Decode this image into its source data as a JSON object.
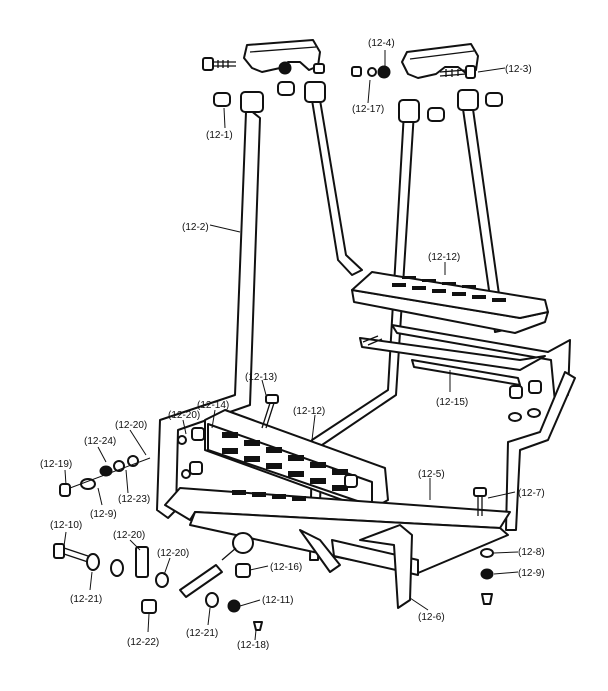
{
  "labels": {
    "l_12_4": "(12-4)",
    "l_12_3": "(12-3)",
    "l_12_17": "(12-17)",
    "l_12_1": "(12-1)",
    "l_12_2": "(12-2)",
    "l_12_12_top": "(12-12)",
    "l_12_15": "(12-15)",
    "l_12_13": "(12-13)",
    "l_12_14": "(12-14)",
    "l_12_12_front": "(12-12)",
    "l_12_20_a": "(12-20)",
    "l_12_20_b": "(12-20)",
    "l_12_24": "(12-24)",
    "l_12_19": "(12-19)",
    "l_12_9_left": "(12-9)",
    "l_12_23": "(12-23)",
    "l_12_5": "(12-5)",
    "l_12_7": "(12-7)",
    "l_12_10": "(12-10)",
    "l_12_20_c": "(12-20)",
    "l_12_20_d": "(12-20)",
    "l_12_16": "(12-16)",
    "l_12_21_left": "(12-21)",
    "l_12_11": "(12-11)",
    "l_12_22": "(12-22)",
    "l_12_21_right": "(12-21)",
    "l_12_18": "(12-18)",
    "l_12_6": "(12-6)",
    "l_12_8": "(12-8)",
    "l_12_9_right": "(12-9)"
  }
}
